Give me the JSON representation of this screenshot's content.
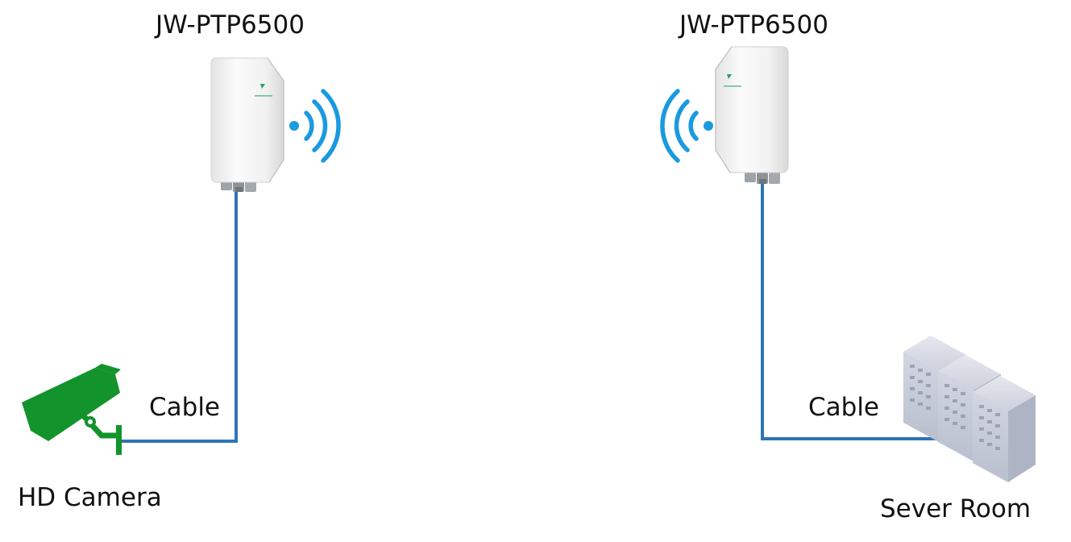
{
  "devices": {
    "left_radio_label": "JW-PTP6500",
    "right_radio_label": "JW-PTP6500"
  },
  "links": {
    "left_cable_label": "Cable",
    "right_cable_label": "Cable"
  },
  "endpoints": {
    "camera_label": "HD Camera",
    "server_label": "Sever Room"
  },
  "colors": {
    "cable": "#2e75b6",
    "wifi": "#1a9ae0",
    "camera": "#13932c",
    "radio_body": "#f2f2f2",
    "server": "#c3c8d6"
  },
  "icons": {
    "radio": "outdoor-radio-unit-icon",
    "wifi": "wifi-signal-icon",
    "camera": "cctv-camera-icon",
    "server": "server-rack-icon"
  }
}
